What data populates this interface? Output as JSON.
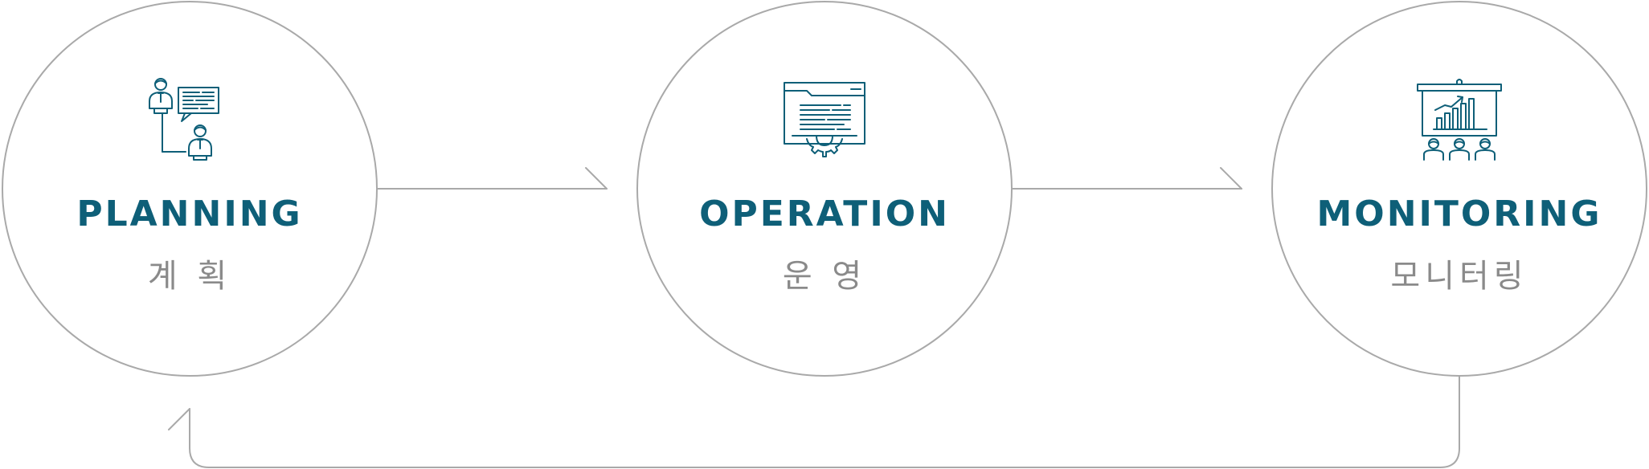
{
  "colors": {
    "accent": "#0e5f78",
    "outline": "#a9a9a9",
    "subtitle": "#8a8a8a",
    "background": "#ffffff"
  },
  "stages": [
    {
      "title": "PLANNING",
      "subtitle": "계 획",
      "icon": "meeting-presentation-icon"
    },
    {
      "title": "OPERATION",
      "subtitle": "운 영",
      "icon": "gear-document-icon"
    },
    {
      "title": "MONITORING",
      "subtitle": "모니터링",
      "icon": "chart-audience-icon"
    }
  ],
  "flow": [
    "planning-to-operation",
    "operation-to-monitoring",
    "monitoring-to-planning"
  ]
}
